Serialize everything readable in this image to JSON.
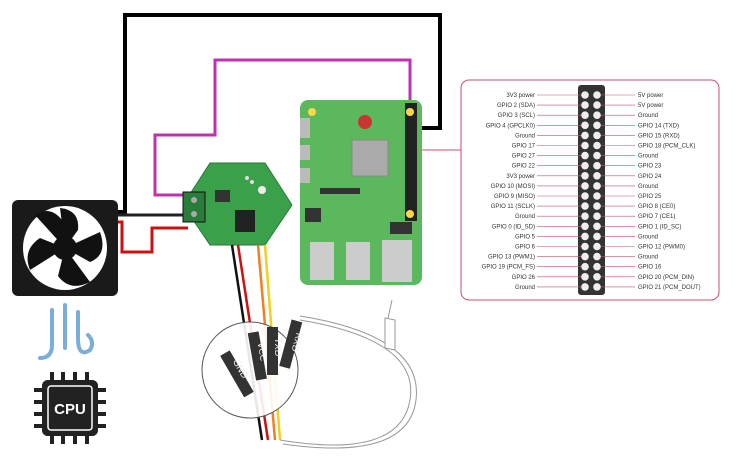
{
  "pinout": {
    "left": [
      "3V3 power",
      "GPIO 2 (SDA)",
      "GPIO 3 (SCL)",
      "GPIO 4 (GPCLK0)",
      "Ground",
      "GPIO 17",
      "GPIO 27",
      "GPIO 22",
      "3V3 power",
      "GPIO 10 (MOSI)",
      "GPIO 9 (MISO)",
      "GPIO 11 (SCLK)",
      "Ground",
      "GPIO 0 (ID_SD)",
      "GPIO 5",
      "GPIO 6",
      "GPIO 13 (PWM1)",
      "GPIO 19 (PCM_FS)",
      "GPIO 26",
      "Ground"
    ],
    "right": [
      "5V power",
      "5V power",
      "Ground",
      "GPIO 14 (TXD)",
      "GPIO 15 (RXD)",
      "GPIO 18 (PCM_CLK)",
      "Ground",
      "GPIO 23",
      "GPIO 24",
      "Ground",
      "GPIO 25",
      "GPIO 8 (CE0)",
      "GPIO 7 (CE1)",
      "GPIO 1 (ID_SC)",
      "Ground",
      "GPIO 12 (PWM0)",
      "Ground",
      "GPIO 16",
      "GPIO 20 (PCM_DIN)",
      "GPIO 21 (PCM_DOUT)"
    ],
    "border_color": "#c9506a"
  },
  "cable_labels": {
    "gnd": "GND",
    "vcc": "VCC",
    "txd": "TXD",
    "rxd": "RXD"
  },
  "cpu_label": "CPU",
  "colors": {
    "black_wire": "#000000",
    "magenta_wire": "#c030b0",
    "red_wire": "#cc1111",
    "pcb_green": "#3aa04a",
    "pi_green": "#5cb85c"
  }
}
